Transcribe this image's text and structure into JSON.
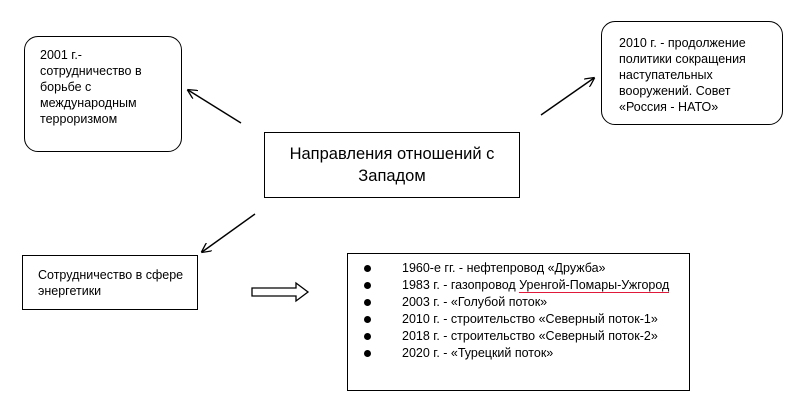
{
  "center": {
    "title": "Направления отношений с Западом"
  },
  "terrorism": {
    "text": "2001 г.- сотрудничество в борьбе с международным терроризмом"
  },
  "start": {
    "text": "2010 г. - продолжение политики сокращения наступательных вооружений. Совет «Россия - НАТО»"
  },
  "energy": {
    "text": "Сотрудничество в сфере энергетики"
  },
  "pipelines": {
    "items": [
      {
        "prefix": "1960-е гг. - нефтепровод «Дружба»",
        "underlined": "",
        "suffix": ""
      },
      {
        "prefix": "1983 г. - газопровод ",
        "underlined": "Уренгой-Помары-Ужгород",
        "suffix": ""
      },
      {
        "prefix": "2003 г. - «Голубой поток»",
        "underlined": "",
        "suffix": ""
      },
      {
        "prefix": "2010 г. - строительство «Северный поток-1»",
        "underlined": "",
        "suffix": ""
      },
      {
        "prefix": "2018 г. - строительство «Северный поток-2»",
        "underlined": "",
        "suffix": ""
      },
      {
        "prefix": "2020 г. - «Турецкий поток»",
        "underlined": "",
        "suffix": ""
      }
    ]
  },
  "colors": {
    "stroke": "#000000",
    "spellcheck_underline": "#e0193b"
  }
}
